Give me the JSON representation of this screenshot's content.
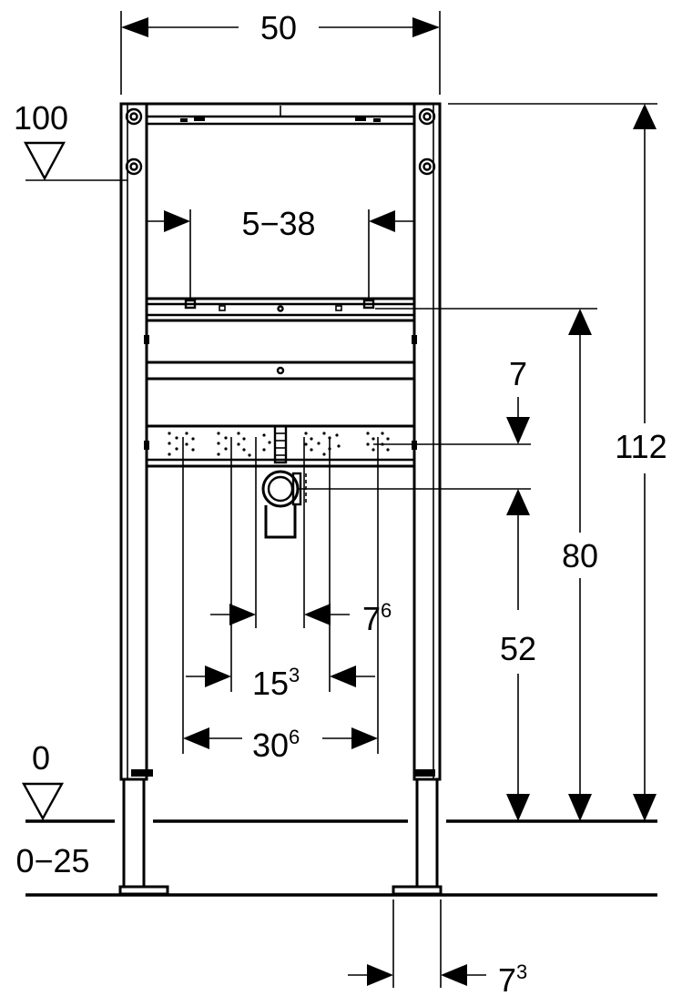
{
  "dimensions": {
    "width": "50",
    "level_top": "100",
    "level_floor": "0",
    "adjust_range": "0−25",
    "bracket_spacing": "5−38",
    "top_height": "112",
    "bracket_height": "80",
    "gap": "7",
    "outlet_height": "52",
    "offset_small": {
      "base": "7",
      "sup": "6"
    },
    "spacing_mid": {
      "base": "15",
      "sup": "3"
    },
    "spacing_wide": {
      "base": "30",
      "sup": "6"
    },
    "foot_depth": {
      "base": "7",
      "sup": "3"
    }
  }
}
